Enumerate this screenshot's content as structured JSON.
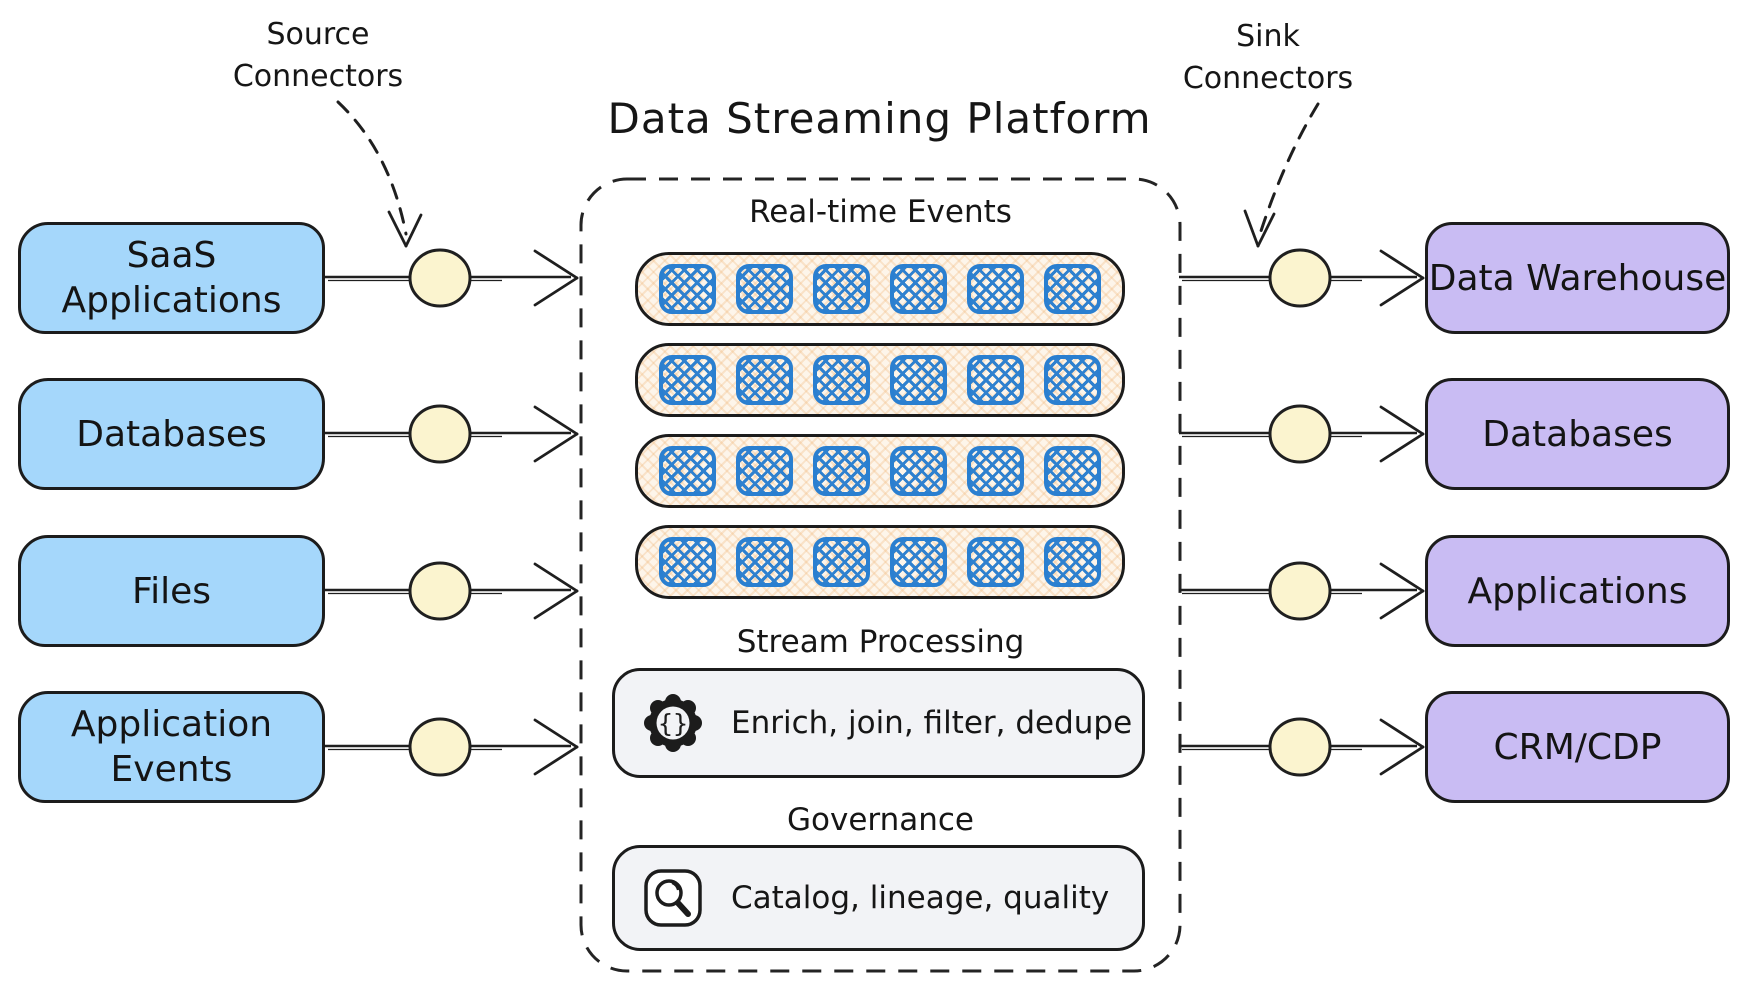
{
  "title": "Data Streaming Platform",
  "annotations": {
    "source_connectors": {
      "line1": "Source",
      "line2": "Connectors"
    },
    "sink_connectors": {
      "line1": "Sink",
      "line2": "Connectors"
    }
  },
  "sources": [
    {
      "label": "SaaS Applications"
    },
    {
      "label": "Databases"
    },
    {
      "label": "Files"
    },
    {
      "label": "Application Events"
    }
  ],
  "sinks": [
    {
      "label": "Data Warehouse"
    },
    {
      "label": "Databases"
    },
    {
      "label": "Applications"
    },
    {
      "label": "CRM/CDP"
    }
  ],
  "platform": {
    "realtime": {
      "label": "Real-time Events",
      "rows": 4,
      "cells_per_row": 6
    },
    "processing": {
      "label": "Stream Processing",
      "icon": "curly-braces-badge-icon",
      "text": "Enrich, join, filter, dedupe"
    },
    "governance": {
      "label": "Governance",
      "icon": "magnifier-icon",
      "text": "Catalog, lineage, quality"
    }
  },
  "colors": {
    "source_box_fill": "#a5d7fb",
    "sink_box_fill": "#c9bcf3",
    "connector_node_fill": "#fbf4cf",
    "event_cell_blue": "#2a7fd0",
    "event_row_bg": "#fdf5ea",
    "panel_bg": "#f2f3f6",
    "ink": "#1f1f1f"
  }
}
